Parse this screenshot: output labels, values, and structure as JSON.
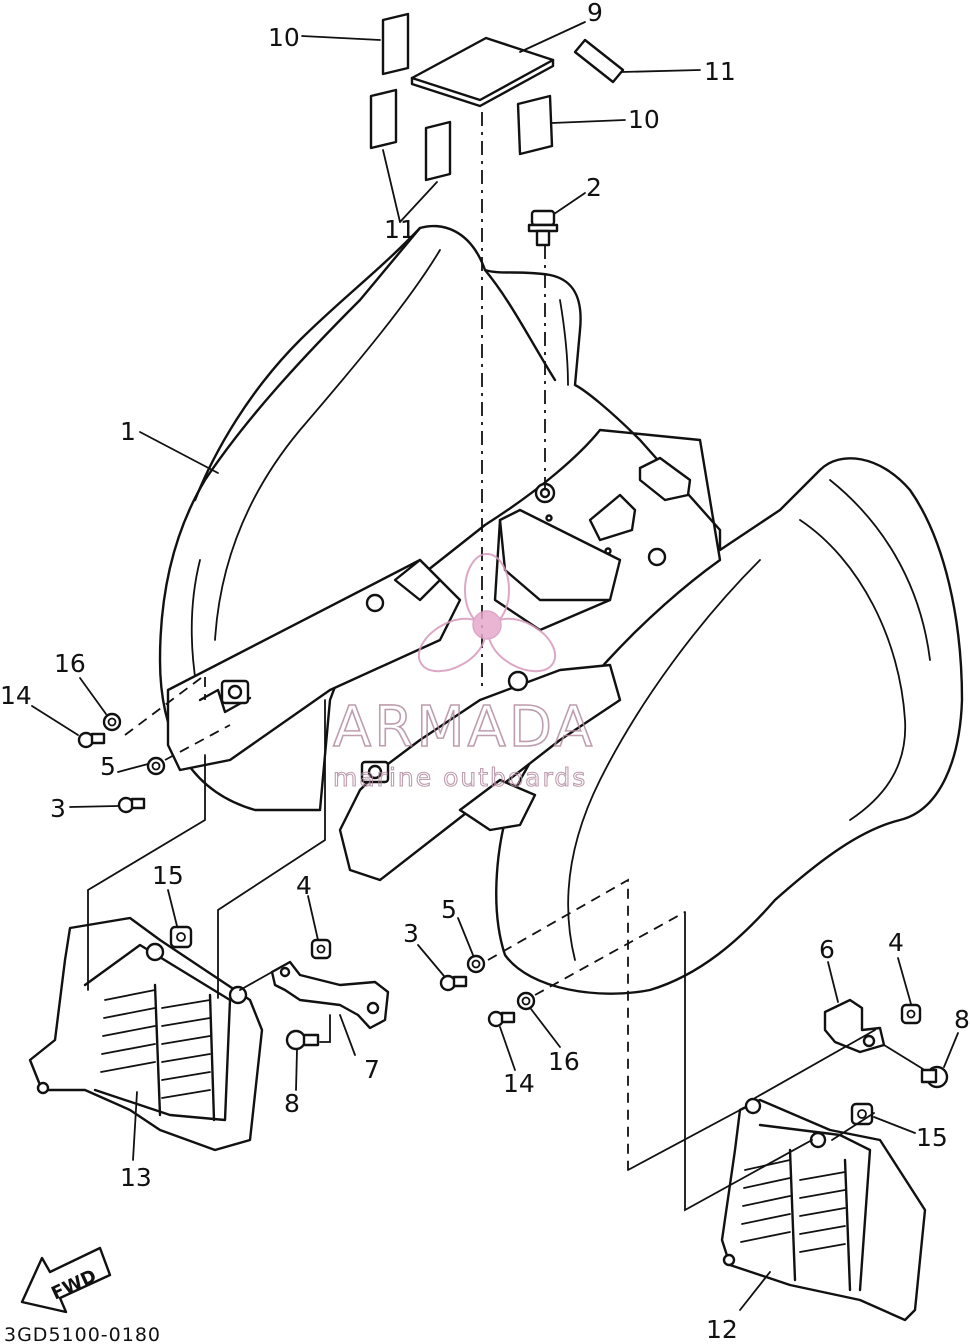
{
  "diagram": {
    "part_code": "3GD5100-0180",
    "fwd_label": "FWD",
    "watermark": {
      "brand": "ARMADA",
      "tagline": "marine outboards"
    },
    "callouts": [
      {
        "id": "c1",
        "label": "1"
      },
      {
        "id": "c2",
        "label": "2"
      },
      {
        "id": "c3a",
        "label": "3"
      },
      {
        "id": "c3b",
        "label": "3"
      },
      {
        "id": "c4a",
        "label": "4"
      },
      {
        "id": "c4b",
        "label": "4"
      },
      {
        "id": "c5a",
        "label": "5"
      },
      {
        "id": "c5b",
        "label": "5"
      },
      {
        "id": "c6",
        "label": "6"
      },
      {
        "id": "c7",
        "label": "7"
      },
      {
        "id": "c8a",
        "label": "8"
      },
      {
        "id": "c8b",
        "label": "8"
      },
      {
        "id": "c9",
        "label": "9"
      },
      {
        "id": "c10a",
        "label": "10"
      },
      {
        "id": "c10b",
        "label": "10"
      },
      {
        "id": "c11a",
        "label": "11"
      },
      {
        "id": "c11b",
        "label": "11"
      },
      {
        "id": "c12",
        "label": "12"
      },
      {
        "id": "c13",
        "label": "13"
      },
      {
        "id": "c14a",
        "label": "14"
      },
      {
        "id": "c14b",
        "label": "14"
      },
      {
        "id": "c15a",
        "label": "15"
      },
      {
        "id": "c15b",
        "label": "15"
      },
      {
        "id": "c16a",
        "label": "16"
      },
      {
        "id": "c16b",
        "label": "16"
      }
    ]
  }
}
